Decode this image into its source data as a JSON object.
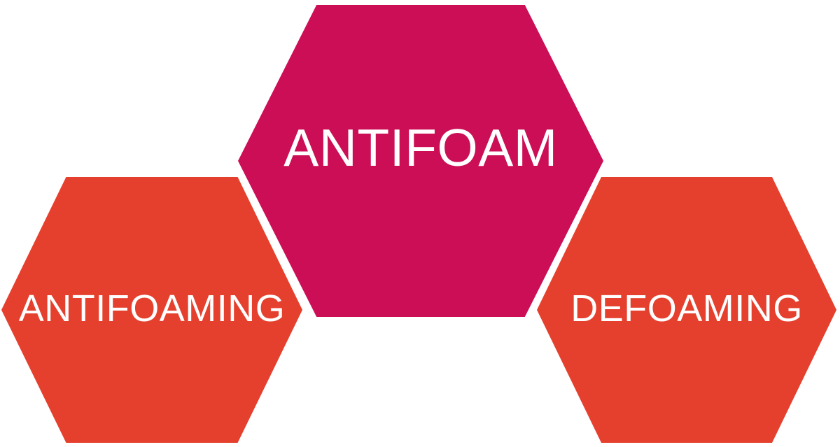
{
  "page": {
    "background_color": "#FFFFFF"
  },
  "diagram": {
    "type": "hexagon-cluster",
    "text_color": "#FFFFFF",
    "hexagons": [
      {
        "id": "antifoam",
        "label": "ANTIFOAM",
        "fill": "#CB0E55",
        "position": "top-center"
      },
      {
        "id": "antifoaming",
        "label": "ANTIFOAMING",
        "fill": "#E5402D",
        "position": "bottom-left"
      },
      {
        "id": "defoaming",
        "label": "DEFOAMING",
        "fill": "#E5402D",
        "position": "bottom-right"
      }
    ]
  }
}
